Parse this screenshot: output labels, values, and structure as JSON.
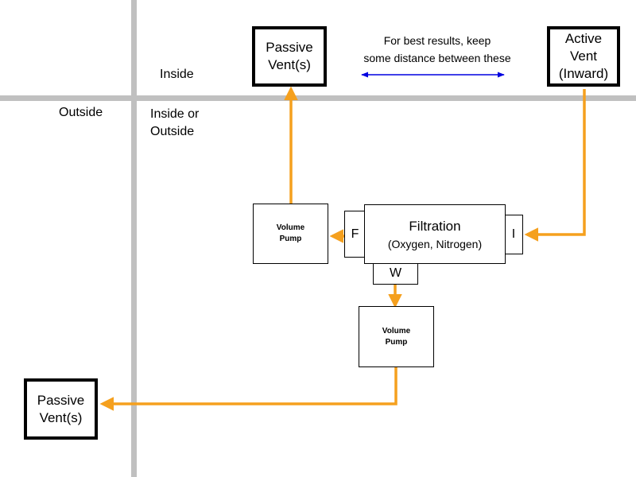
{
  "zones": {
    "inside": "Inside",
    "outside": "Outside",
    "inside_or_outside": [
      "Inside or",
      "Outside"
    ]
  },
  "note": [
    "For best results, keep",
    "some distance between these"
  ],
  "passive_vent_top": [
    "Passive",
    "Vent(s)"
  ],
  "active_vent": [
    "Active",
    "Vent",
    "(Inward)"
  ],
  "passive_vent_bottom": [
    "Passive",
    "Vent(s)"
  ],
  "filtration": {
    "title": "Filtration",
    "subtitle": "(Oxygen, Nitrogen)",
    "port_f": "F",
    "port_i": "I",
    "port_w": "W"
  },
  "pump_upper": [
    "Volume",
    "Pump"
  ],
  "pump_lower": [
    "Volume",
    "Pump"
  ],
  "colors": {
    "flow": "#f5a01e",
    "wall": "#c0c0c0",
    "distance_arrow": "#0000e0"
  }
}
